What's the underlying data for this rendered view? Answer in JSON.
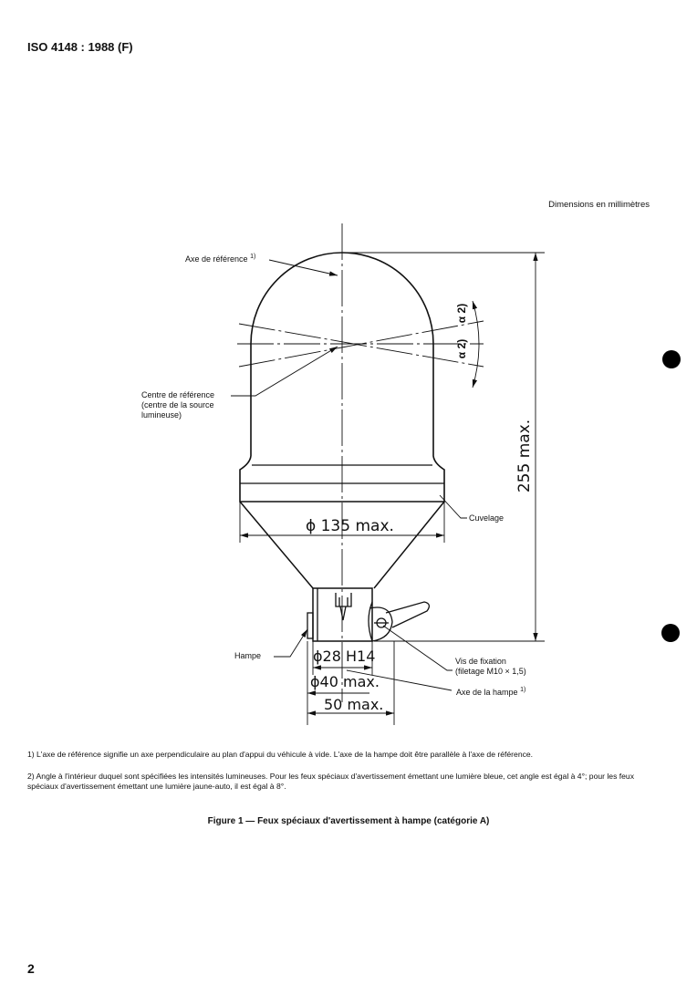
{
  "header": "ISO 4148 : 1988 (F)",
  "units_note": "Dimensions en millimètres",
  "figure": {
    "labels": {
      "axe_reference": "Axe de référence",
      "axe_reference_sup": "1)",
      "centre_1": "Centre de référence",
      "centre_2": "(centre de la source",
      "centre_3": "lumineuse)",
      "cuvelage": "Cuvelage",
      "hampe": "Hampe",
      "vis_1": "Vis de fixation",
      "vis_2": "(filetage M10 × 1,5)",
      "axe_hampe": "Axe de la hampe",
      "axe_hampe_sup": "1)",
      "alpha": "α 2)"
    },
    "dimensions": {
      "height": "255 max.",
      "d135": "ϕ 135  max.",
      "d28": "ϕ28 H14",
      "d40": "ϕ40 max.",
      "w50": "50 max."
    }
  },
  "notes": [
    "1)   L'axe de référence signifie un axe perpendiculaire au plan d'appui du véhicule à vide. L'axe de la hampe doit être parallèle à l'axe de référence.",
    "2)   Angle à l'intérieur duquel sont spécifiées les intensités lumineuses. Pour les feux spéciaux d'avertissement émettant une lumière bleue, cet angle est égal à 4°; pour les feux spéciaux d'avertissement émettant une lumière jaune-auto, il est égal à 8°."
  ],
  "caption": "Figure 1 — Feux spéciaux d'avertissement à hampe (catégorie A)",
  "page_number": "2"
}
